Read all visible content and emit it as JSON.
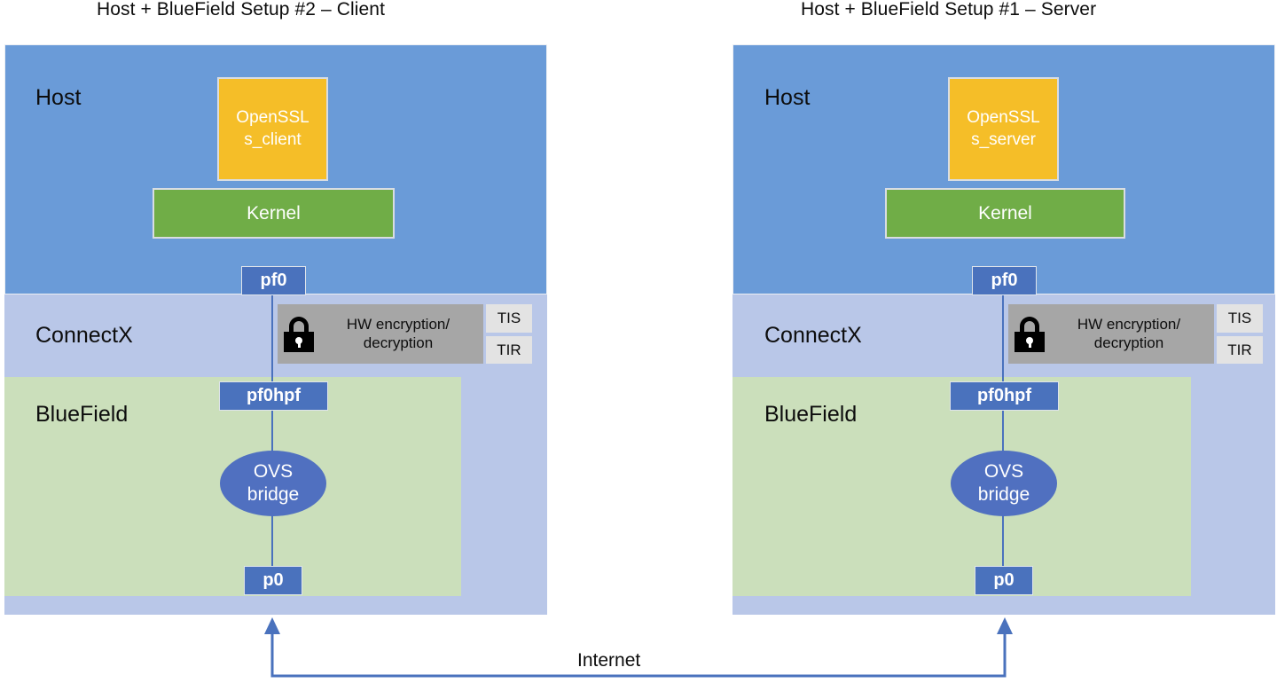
{
  "colors": {
    "host": "#6a9bd8",
    "connectx": "#b9c7e8",
    "bluefield": "#cbdfbb",
    "openssl": "#f5be28",
    "kernel": "#70ad47",
    "port": "#4a72bd",
    "ovs": "#5070c0",
    "hw_block": "#a6a6a6",
    "ti_block": "#e3e3e3",
    "link": "#4a72bd",
    "text_dark": "#0d0d0d",
    "text_light": "#ffffff"
  },
  "panels": [
    {
      "id": "client",
      "title": "Host + BlueField Setup #2 – Client",
      "layers": {
        "host_label": "Host",
        "connectx_label": "ConnectX",
        "bluefield_label": "BlueField"
      },
      "app": {
        "line1": "OpenSSL",
        "line2": "s_client"
      },
      "kernel": "Kernel",
      "ports": {
        "pf0": "pf0",
        "pf0hpf": "pf0hpf",
        "p0": "p0"
      },
      "hw": {
        "line1": "HW encryption/",
        "line2": "decryption",
        "icon": "lock-icon"
      },
      "ti": {
        "tis": "TIS",
        "tir": "TIR"
      },
      "ovs": {
        "line1": "OVS",
        "line2": "bridge"
      }
    },
    {
      "id": "server",
      "title": "Host + BlueField Setup #1 – Server",
      "layers": {
        "host_label": "Host",
        "connectx_label": "ConnectX",
        "bluefield_label": "BlueField"
      },
      "app": {
        "line1": "OpenSSL",
        "line2": "s_server"
      },
      "kernel": "Kernel",
      "ports": {
        "pf0": "pf0",
        "pf0hpf": "pf0hpf",
        "p0": "p0"
      },
      "hw": {
        "line1": "HW encryption/",
        "line2": "decryption",
        "icon": "lock-icon"
      },
      "ti": {
        "tis": "TIS",
        "tir": "TIR"
      },
      "ovs": {
        "line1": "OVS",
        "line2": "bridge"
      }
    }
  ],
  "network": {
    "label": "Internet",
    "left_arrow": "arrow-up-icon",
    "right_arrow": "arrow-up-icon"
  }
}
